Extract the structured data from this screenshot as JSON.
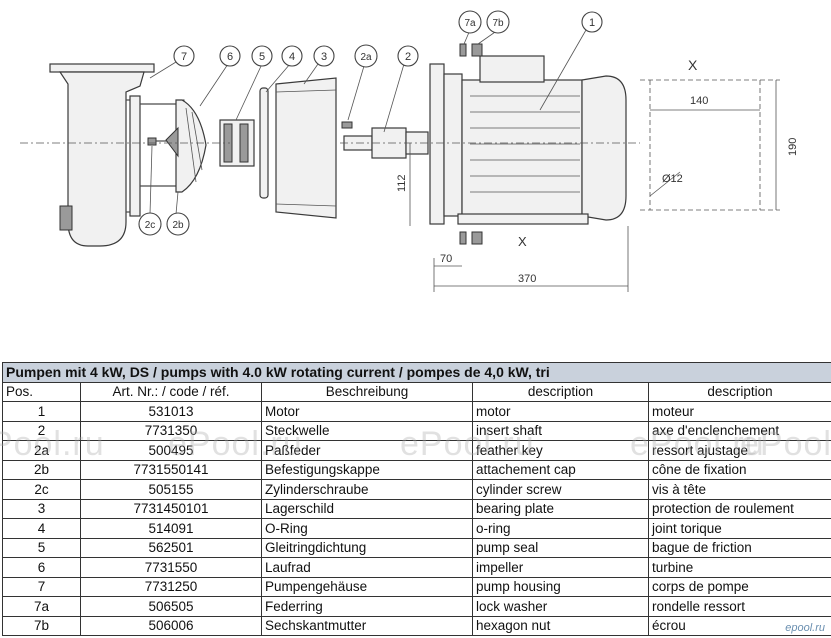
{
  "drawing": {
    "callouts": [
      "1",
      "2",
      "2a",
      "2b",
      "2c",
      "3",
      "4",
      "5",
      "6",
      "7",
      "7a",
      "7b"
    ],
    "dimensions": {
      "d140": "140",
      "d190": "190",
      "d112": "112",
      "d70": "70",
      "d370": "370",
      "d12": "Ø12",
      "x_top": "X",
      "x_bottom": "X"
    }
  },
  "table": {
    "title": "Pumpen mit 4 kW, DS / pumps with 4.0 kW rotating current / pompes de 4,0 kW, tri",
    "headers": [
      "Pos.",
      "Art. Nr.: / code / réf.",
      "Beschreibung",
      "description",
      "description"
    ],
    "rows": [
      [
        "1",
        "531013",
        "Motor",
        "motor",
        "moteur"
      ],
      [
        "2",
        "7731350",
        "Steckwelle",
        "insert shaft",
        "axe d'enclenchement"
      ],
      [
        "2a",
        "500495",
        "Paßfeder",
        "feather key",
        "ressort ajustage"
      ],
      [
        "2b",
        "7731550141",
        "Befestigungskappe",
        "attachement cap",
        "cône de fixation"
      ],
      [
        "2c",
        "505155",
        "Zylinderschraube",
        "cylinder screw",
        "vis à tête"
      ],
      [
        "3",
        "7731450101",
        "Lagerschild",
        "bearing plate",
        "protection de roulement"
      ],
      [
        "4",
        "514091",
        "O-Ring",
        "o-ring",
        "joint torique"
      ],
      [
        "5",
        "562501",
        "Gleitringdichtung",
        "pump seal",
        "bague de friction"
      ],
      [
        "6",
        "7731550",
        "Laufrad",
        "impeller",
        "turbine"
      ],
      [
        "7",
        "7731250",
        "Pumpengehäuse",
        "pump housing",
        "corps de pompe"
      ],
      [
        "7a",
        "506505",
        "Federring",
        "lock washer",
        "rondelle ressort"
      ],
      [
        "7b",
        "506006",
        "Sechskantmutter",
        "hexagon nut",
        "écrou"
      ]
    ]
  },
  "watermarks": [
    "ePool.ru",
    "ePool.ru",
    "ePool.ru",
    "ePool.ru",
    "ePool.ru"
  ],
  "brand": "epool.ru"
}
